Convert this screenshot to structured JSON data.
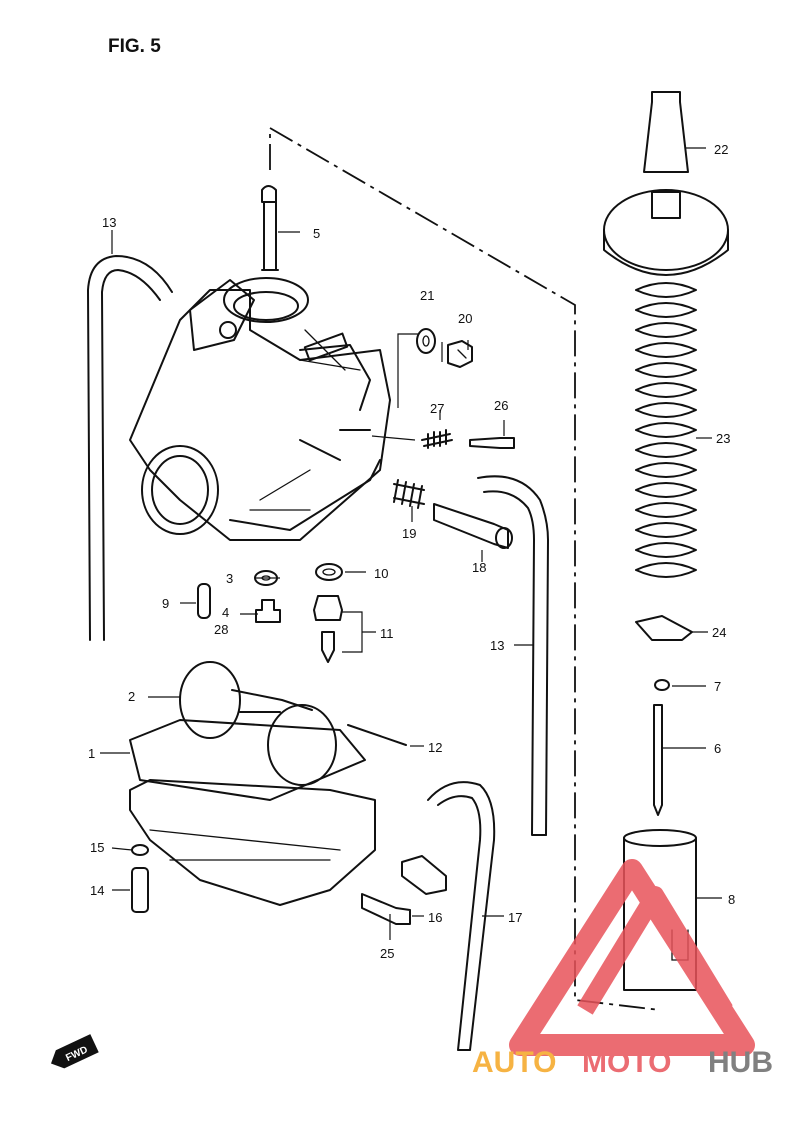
{
  "figure": {
    "title": "FIG. 5"
  },
  "callouts": [
    "1",
    "2",
    "3",
    "4",
    "5",
    "6",
    "7",
    "8",
    "9",
    "10",
    "11",
    "12",
    "13",
    "13",
    "14",
    "15",
    "16",
    "17",
    "18",
    "19",
    "20",
    "21",
    "22",
    "23",
    "24",
    "25",
    "26",
    "27",
    "28"
  ],
  "fwd_label": "FWD",
  "watermark": {
    "part1": "AUTO",
    "part2": "MOTO",
    "part3": "HUB",
    "color_auto": "#f5a623",
    "color_moto": "#e8535a",
    "color_hub": "#6b6b6b",
    "triangle_color": "#e8535a"
  }
}
